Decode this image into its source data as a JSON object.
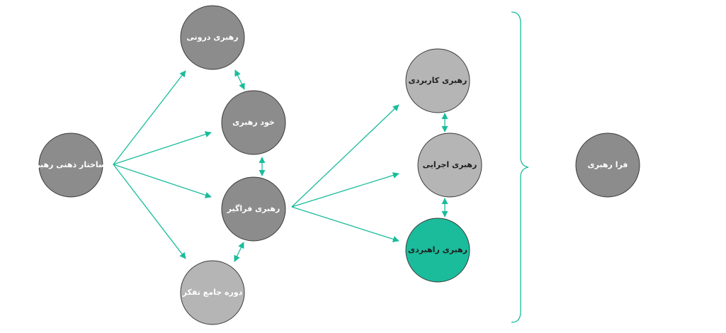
{
  "colors": {
    "arrow": "#1abc9c",
    "node_dark": "#8c8c8c",
    "node_light": "#b5b5b5",
    "node_accent": "#1abc9c",
    "stroke": "#3a3a3a"
  },
  "nodes": {
    "mental_structure": {
      "label": "ساختار ذهنی رهبر"
    },
    "inner_leadership": {
      "label": "رهبری درونی"
    },
    "self_leadership": {
      "label": "خود رهبری"
    },
    "comprehensive_leadership": {
      "label": "رهبری فراگیر"
    },
    "comprehensive_thinking": {
      "label": "دوره جامع تفکر"
    },
    "applied_leadership": {
      "label": "رهبری کاربردی"
    },
    "executive_leadership": {
      "label": "رهبری اجرایی"
    },
    "strategic_leadership": {
      "label": "رهبری راهبردی"
    },
    "meta_leadership": {
      "label": "فرا رهبری"
    }
  }
}
